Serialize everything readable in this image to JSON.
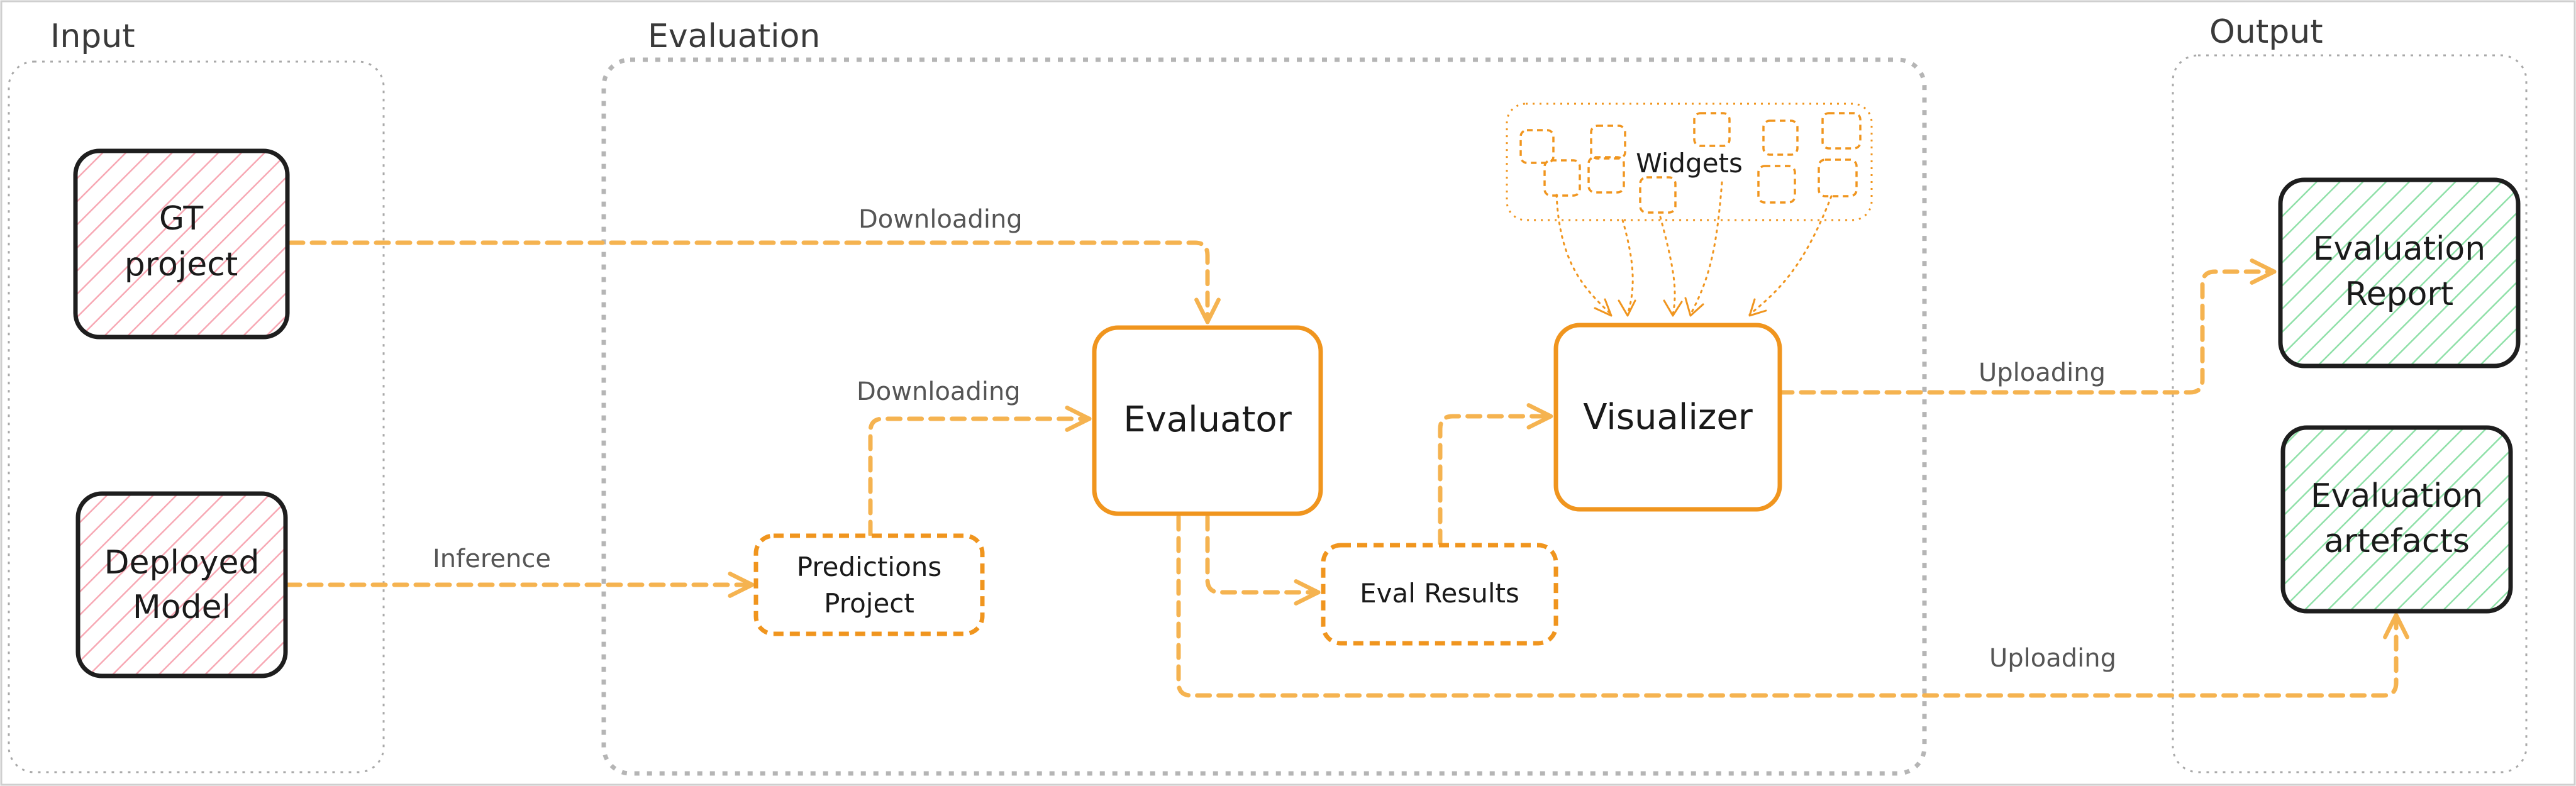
{
  "groups": {
    "input": "Input",
    "evaluation": "Evaluation",
    "output": "Output"
  },
  "nodes": {
    "gt_project": [
      "GT",
      "project"
    ],
    "deployed_model": [
      "Deployed",
      "Model"
    ],
    "predictions_project": [
      "Predictions",
      "Project"
    ],
    "evaluator": "Evaluator",
    "eval_results": "Eval Results",
    "visualizer": "Visualizer",
    "widgets": "Widgets",
    "evaluation_report": [
      "Evaluation",
      "Report"
    ],
    "evaluation_artefacts": [
      "Evaluation",
      "artefacts"
    ]
  },
  "edges": {
    "gt_to_evaluator": "Downloading",
    "predictions_to_evaluator": "Downloading",
    "model_to_predictions": "Inference",
    "visualizer_to_report": "Uploading",
    "evaluator_to_artefacts": "Uploading"
  },
  "colors": {
    "accent_orange": "#f0951e",
    "edge_orange": "#f5b350",
    "input_fill": "#f7a8b4",
    "output_fill": "#8fe0a8",
    "group_border": "#a9a9a9",
    "node_border": "#1e1e1e"
  }
}
